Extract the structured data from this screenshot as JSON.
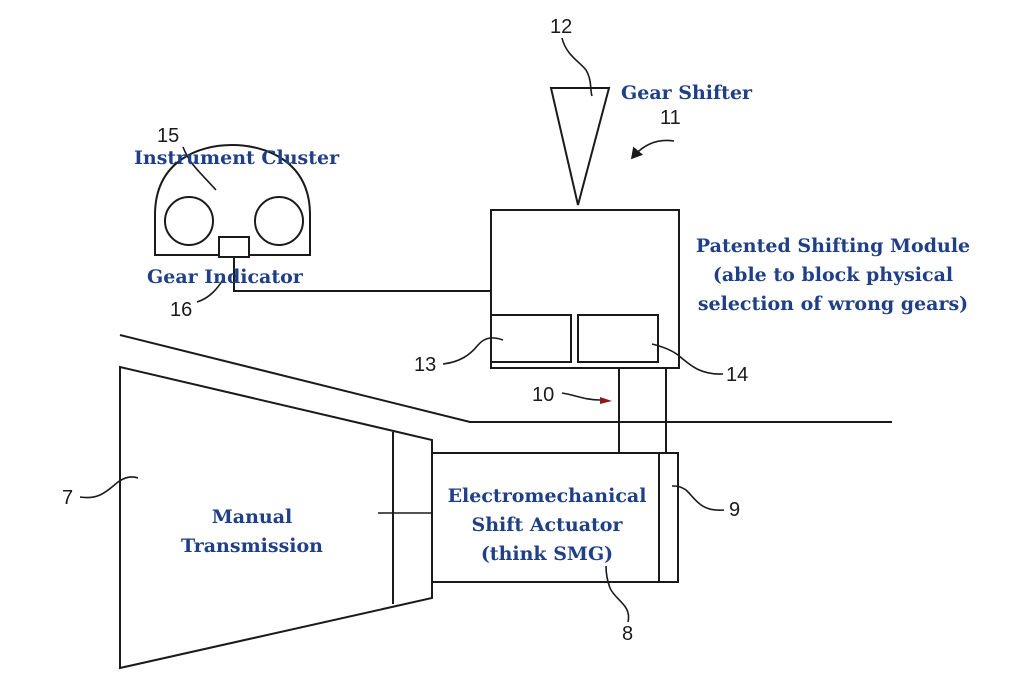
{
  "colors": {
    "label": "#1f3f86",
    "line": "#1a1a1a",
    "background": "#ffffff",
    "arrow_mark": "#8b1a1a"
  },
  "labels": {
    "gear_shifter": "Gear Shifter",
    "instrument_cluster": "Instrument Cluster",
    "gear_indicator": "Gear Indicator",
    "module_line1": "Patented Shifting Module",
    "module_line2": "(able to block physical",
    "module_line3": "selection of wrong gears)",
    "transmission_line1": "Manual",
    "transmission_line2": "Transmission",
    "actuator_line1": "Electromechanical",
    "actuator_line2": "Shift Actuator",
    "actuator_line3": "(think SMG)"
  },
  "reference_numbers": {
    "n7": "7",
    "n8": "8",
    "n9": "9",
    "n10": "10",
    "n11": "11",
    "n12": "12",
    "n13": "13",
    "n14": "14",
    "n15": "15",
    "n16": "16"
  }
}
